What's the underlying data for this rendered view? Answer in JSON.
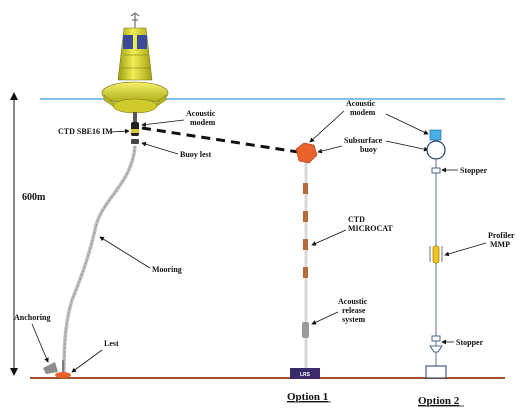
{
  "labels": {
    "acoustic_modem_left": [
      "Acoustic",
      "modem"
    ],
    "ctd_sbe16": "CTD SBE16 IM",
    "buoy_lest": "Buoy lest",
    "depth": "600m",
    "mooring": "Mooring",
    "anchoring": "Anchoring",
    "lest": "Lest",
    "acoustic_modem_right": [
      "Acoustic",
      "modem"
    ],
    "subsurface_buoy": [
      "Subsurface",
      "buoy"
    ],
    "ctd_microcat": [
      "CTD",
      "MICROCAT"
    ],
    "acoustic_release": [
      "Acoustic",
      "release",
      "system"
    ],
    "stopper_top": "Stopper",
    "profiler": [
      "Profiler",
      "MMP"
    ],
    "stopper_bottom": "Stopper",
    "anchor_tag": "LRS"
  },
  "options": {
    "option1": "Option 1",
    "option2": "Option 2"
  },
  "colors": {
    "sea_surface": "#5aaee0",
    "seabed": "#a0522d",
    "buoy": "#e7e23a",
    "subsurface_buoy": "#e8622a",
    "modem": "#46b0e8",
    "profiler": "#f0c419",
    "anchor_block": "#3a2a6a"
  }
}
